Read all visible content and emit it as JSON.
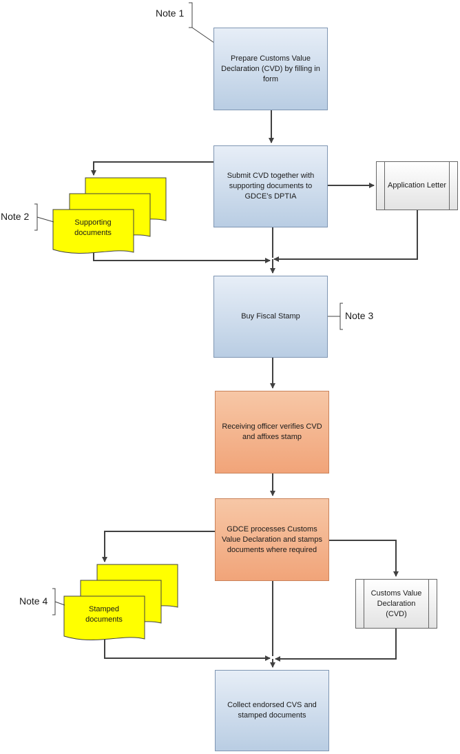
{
  "nodes": {
    "prepare_cvd": "Prepare Customs Value Declaration (CVD) by filling in form",
    "submit_cvd": "Submit CVD together with supporting documents to GDCE’s DPTIA",
    "application_letter": "Application Letter",
    "supporting_documents": "Supporting documents",
    "buy_fiscal_stamp": "Buy Fiscal Stamp",
    "receiving_officer": "Receiving officer verifies CVD and affixes stamp",
    "gdce_processes": "GDCE processes Customs Value Declaration and stamps documents where required",
    "customs_value_declaration": "Customs Value Declaration (CVD)",
    "stamped_documents": "Stamped documents",
    "collect_endorsed": "Collect endorsed CVS and stamped documents"
  },
  "notes": {
    "note1": "Note 1",
    "note2": "Note 2",
    "note3": "Note 3",
    "note4": "Note 4"
  },
  "colors": {
    "process_blue": "#b9cde3",
    "process_orange": "#f1a479",
    "document_yellow": "#ffff00",
    "connector": "#404040"
  }
}
